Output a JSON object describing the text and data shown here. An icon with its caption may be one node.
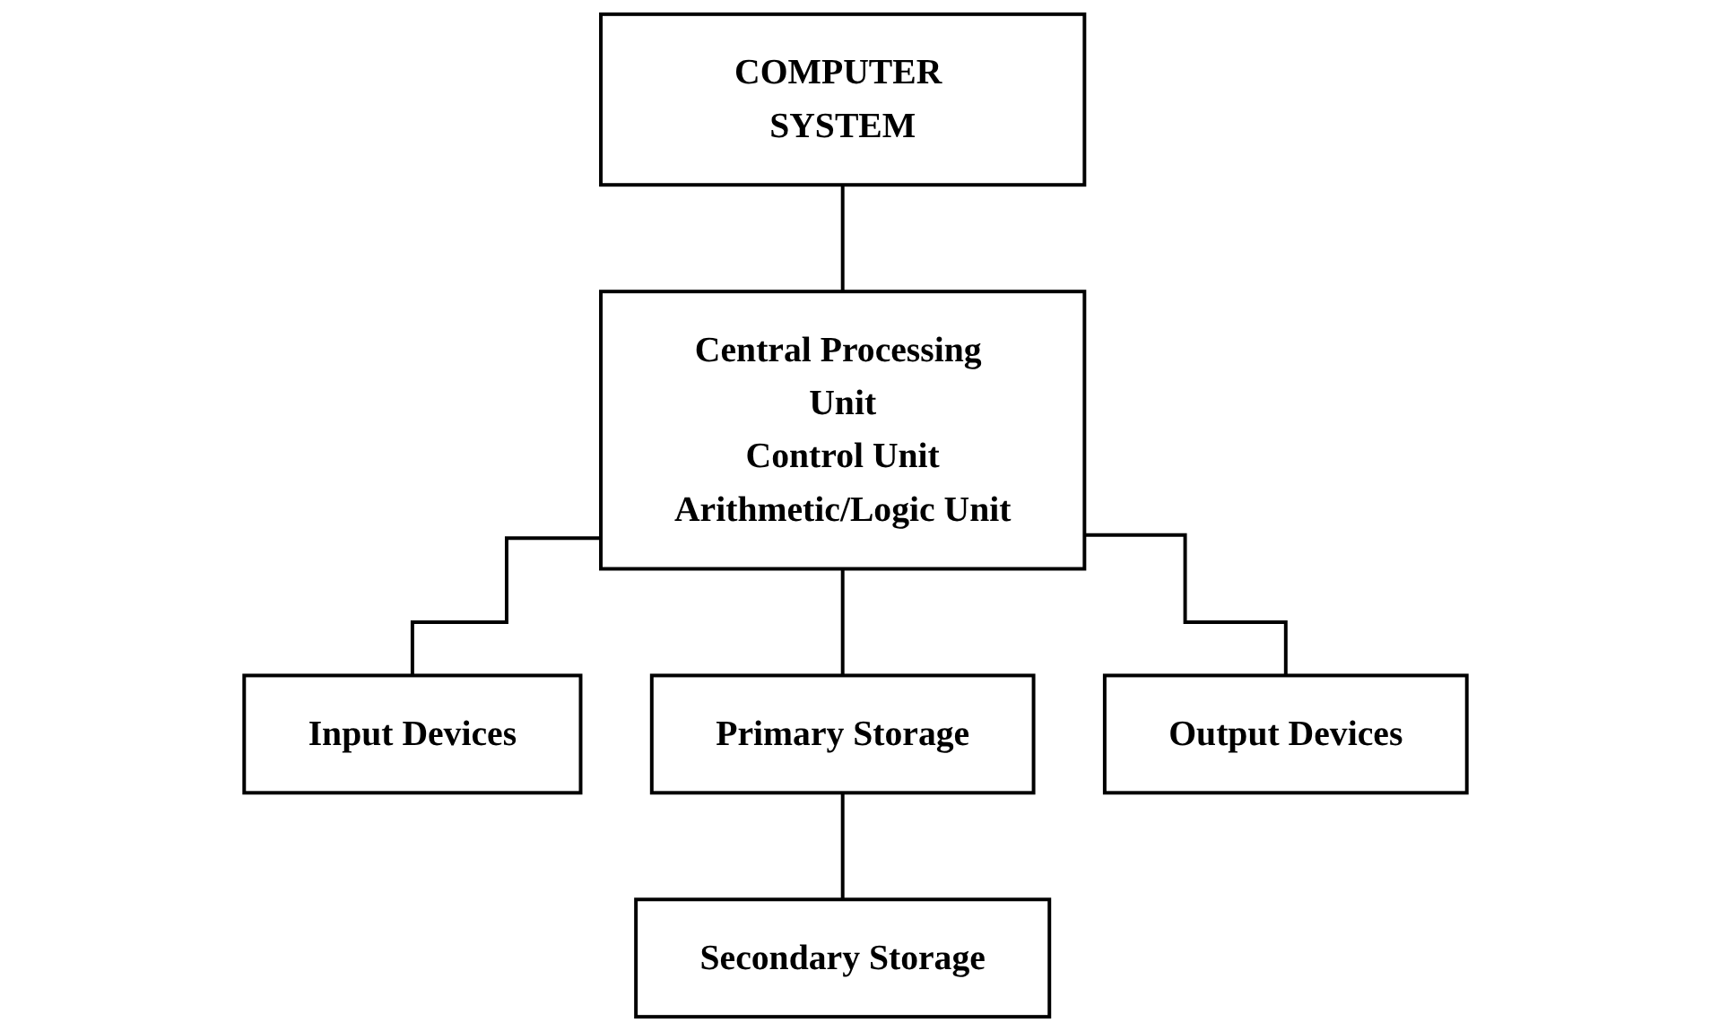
{
  "diagram": {
    "nodes": [
      {
        "text": [
          "COMPUTER SYSTEM"
        ]
      },
      {
        "text": [
          "Central Processing Unit",
          "Control Unit",
          "Arithmetic/Logic Unit"
        ]
      },
      {
        "text": [
          "Input Devices"
        ]
      },
      {
        "text": [
          "Primary Storage"
        ]
      },
      {
        "text": [
          "Output Devices"
        ]
      },
      {
        "text": [
          "Secondary Storage"
        ]
      }
    ],
    "edges": [
      {
        "from": 0,
        "to": 1,
        "arrow": "none"
      },
      {
        "from": 1,
        "to": 2,
        "arrow": "none"
      },
      {
        "from": 1,
        "to": 3,
        "arrow": "none"
      },
      {
        "from": 1,
        "to": 4,
        "arrow": "none"
      },
      {
        "from": 3,
        "to": 5,
        "arrow": "none"
      }
    ]
  }
}
